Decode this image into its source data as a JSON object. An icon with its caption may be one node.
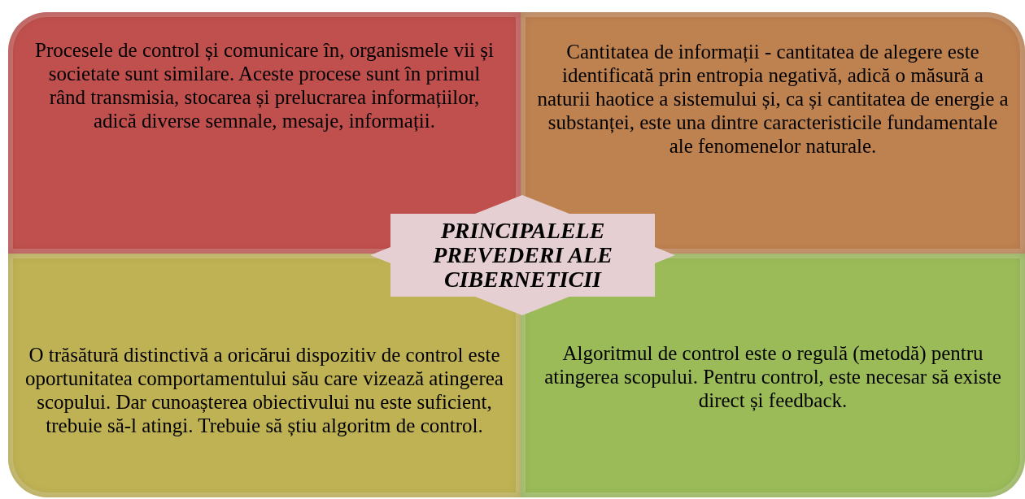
{
  "diagram": {
    "nodes": [
      {
        "text": [
          "Procesele de control și comunicare în, organismele vii și societate sunt similare. Aceste procese sunt în primul rând transmisia, stocarea și prelucrarea informațiilor, adică diverse semnale, mesaje, informații."
        ]
      },
      {
        "text": [
          "Cantitatea de informații - cantitatea de alegere este identificată prin entropia negativă, adică o măsură a naturii haotice a sistemului și, ca și cantitatea de energie a substanței, este una dintre caracteristicile fundamentale ale fenomenelor naturale."
        ]
      },
      {
        "text": [
          "PRINCIPALELE PREVEDERI ALE CIBERNETICII"
        ]
      },
      {
        "text": [
          "O trăsătură distinctivă a oricărui dispozitiv de control este oportunitatea comportamentului său care vizează atingerea scopului. Dar cunoașterea obiectivului nu este suficient, trebuie să-l atingi. Trebuie să știu algoritm de control."
        ]
      },
      {
        "text": [
          "Algoritmul de control este o regulă (metodă) pentru atingerea scopului. Pentru control, este necesar să existe direct și feedback."
        ]
      }
    ]
  }
}
